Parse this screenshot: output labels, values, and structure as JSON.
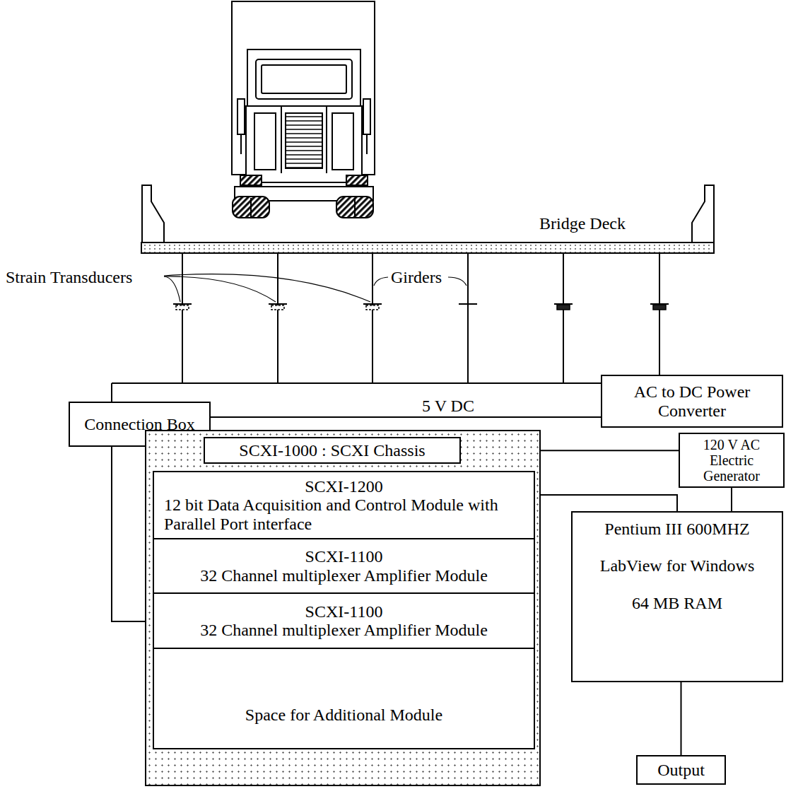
{
  "diagram": {
    "nodes": [
      {
        "text": [
          "Connection Box"
        ]
      },
      {
        "text": [
          "AC to DC Power Converter"
        ]
      },
      {
        "text": [
          "SCXI-1000 : SCXI Chassis"
        ]
      },
      {
        "text": [
          "SCXI-1200",
          "12 bit Data Acquisition and Control Module with Parallel Port interface"
        ],
        "in": 2
      },
      {
        "text": [
          "SCXI-1100",
          "32 Channel multiplexer Amplifier Module"
        ],
        "in": 2
      },
      {
        "text": [
          "SCXI-1100",
          "32 Channel multiplexer Amplifier Module"
        ],
        "in": 2
      },
      {
        "text": [
          "Space for Additional Module"
        ],
        "in": 2
      },
      {
        "text": [
          "120 V AC Electric Generator"
        ]
      },
      {
        "text": [
          "Pentium III 600MHZ",
          "LabView for Windows",
          "64 MB RAM"
        ]
      },
      {
        "text": [
          "Output"
        ]
      }
    ],
    "edges": [
      {
        "from": 0,
        "to": 1,
        "label": "5 V DC",
        "arrow": "none"
      },
      {
        "from": 2,
        "to": 7,
        "arrow": "none"
      },
      {
        "from": 3,
        "to": 8,
        "arrow": "none"
      },
      {
        "from": 7,
        "to": 8,
        "arrow": "none"
      },
      {
        "from": 8,
        "to": 9,
        "arrow": "none"
      },
      {
        "from": 0,
        "to": 5,
        "arrow": "none"
      }
    ],
    "labels": [
      "Bridge Deck",
      "Strain Transducers",
      "Girders"
    ]
  }
}
